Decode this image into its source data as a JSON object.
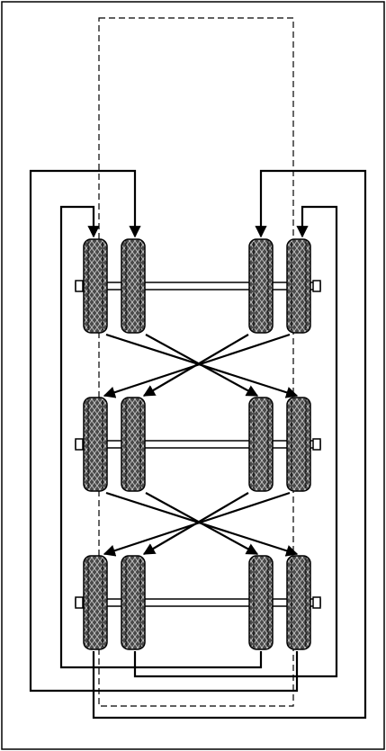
{
  "diagram": {
    "type": "tire-rotation",
    "axles": 3,
    "tires_per_side": 2,
    "colors": {
      "line": "#000000",
      "tread": "#4a4a4a",
      "background": "#ffffff"
    }
  }
}
